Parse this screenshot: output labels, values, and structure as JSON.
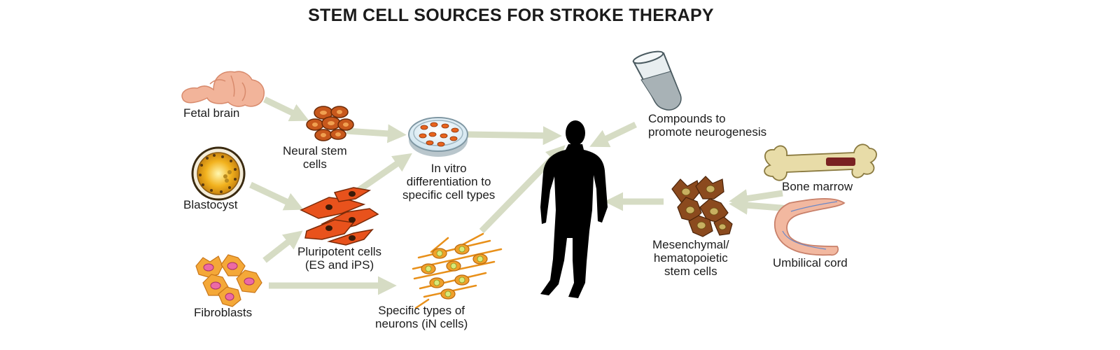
{
  "title": "STEM CELL SOURCES FOR STROKE THERAPY",
  "nodes": {
    "fetal_brain": "Fetal brain",
    "neural_stem_cells": [
      "Neural stem",
      "cells"
    ],
    "blastocyst": "Blastocyst",
    "pluripotent_cells": [
      "Pluripotent cells",
      "(ES and iPS)"
    ],
    "fibroblasts": "Fibroblasts",
    "in_vitro": [
      "In vitro",
      "differentiation to",
      "specific cell types"
    ],
    "specific_neurons": [
      "Specific types of",
      "neurons (iN cells)"
    ],
    "compounds": [
      "Compounds to",
      "promote neurogenesis"
    ],
    "bone_marrow": "Bone marrow",
    "umbilical_cord": "Umbilical cord",
    "mesenchymal": [
      "Mesenchymal/",
      "hematopoietic",
      "stem cells"
    ]
  },
  "colors": {
    "arrow": "#d6dcc4",
    "brain": "#f2b49a",
    "neural_cell": "#c8581c",
    "pluripotent": "#e8521c",
    "fibroblast": "#f4a838",
    "neuron": "#f0a02a",
    "neuron_nucleus": "#d8e87a",
    "bone": "#e8dca8",
    "marrow": "#7a2222",
    "cord": "#f2b8a0",
    "mesenchymal": "#8b4a1e",
    "silhouette": "#000000"
  }
}
